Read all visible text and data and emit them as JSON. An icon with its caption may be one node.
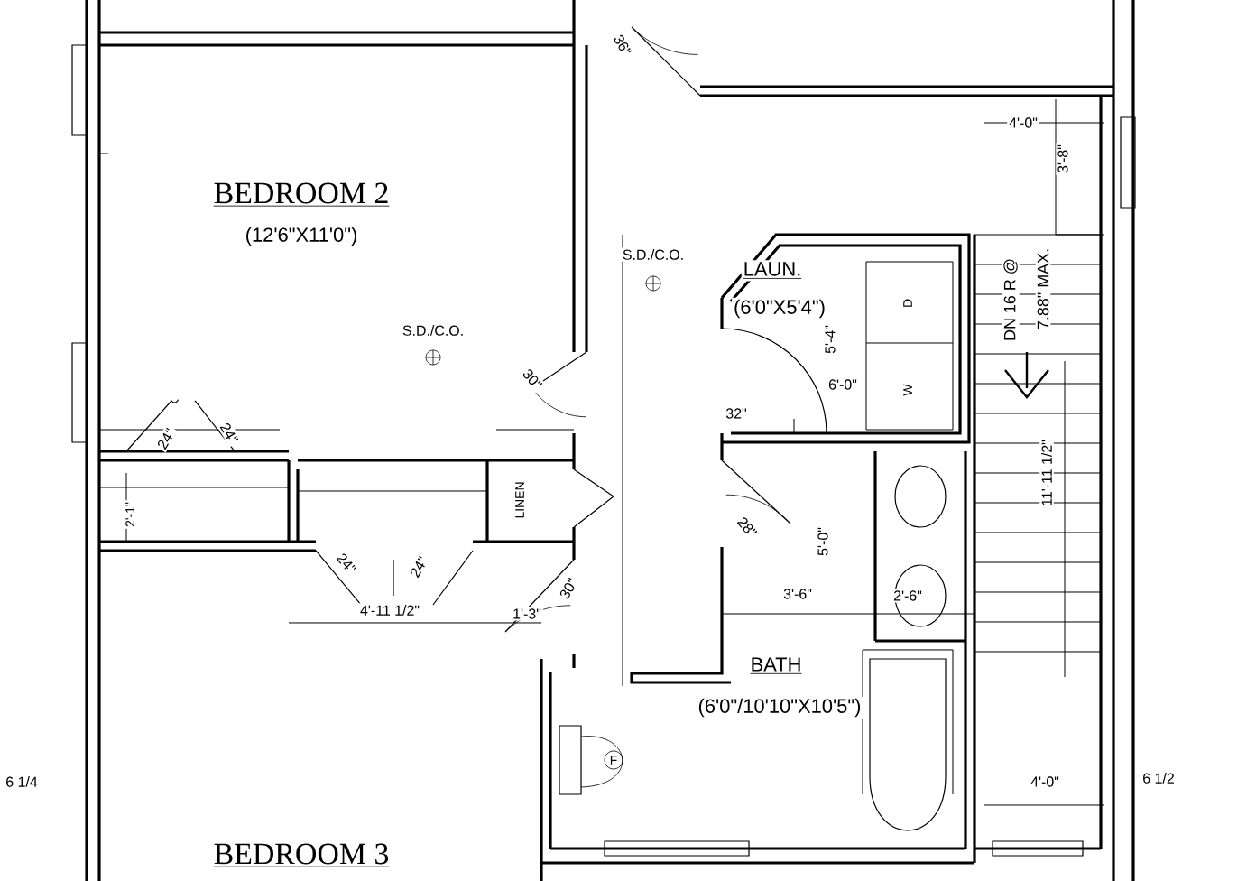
{
  "diagram": {
    "labels": [
      "36\"",
      "BEDROOM 2",
      "(12'6\"X11'0\")",
      "S.D./C.O.",
      "S.D./C.O.",
      "4'-0\"",
      "3'-8\"",
      "LAUN.",
      "(6'0\"X5'4\")",
      "5'-4\"",
      "6'-0\"",
      "D",
      "W",
      "DN 16 R @",
      "7.88\" MAX.",
      "30\"",
      "32\"",
      "24\"",
      "24\"",
      "11'-11 1/2\"",
      "2'-1\"",
      "LINEN",
      "28\"",
      "24\"",
      "24\"",
      "4'-11 1/2\"",
      "1'-3\"",
      "30\"",
      "5'-0\"",
      "3'-6\"",
      "2'-6\"",
      "BATH",
      "(6'0\"/10'10\"X10'5\")",
      "F",
      "6 1/4",
      "4'-0\"",
      "6 1/2",
      "BEDROOM 3"
    ]
  }
}
